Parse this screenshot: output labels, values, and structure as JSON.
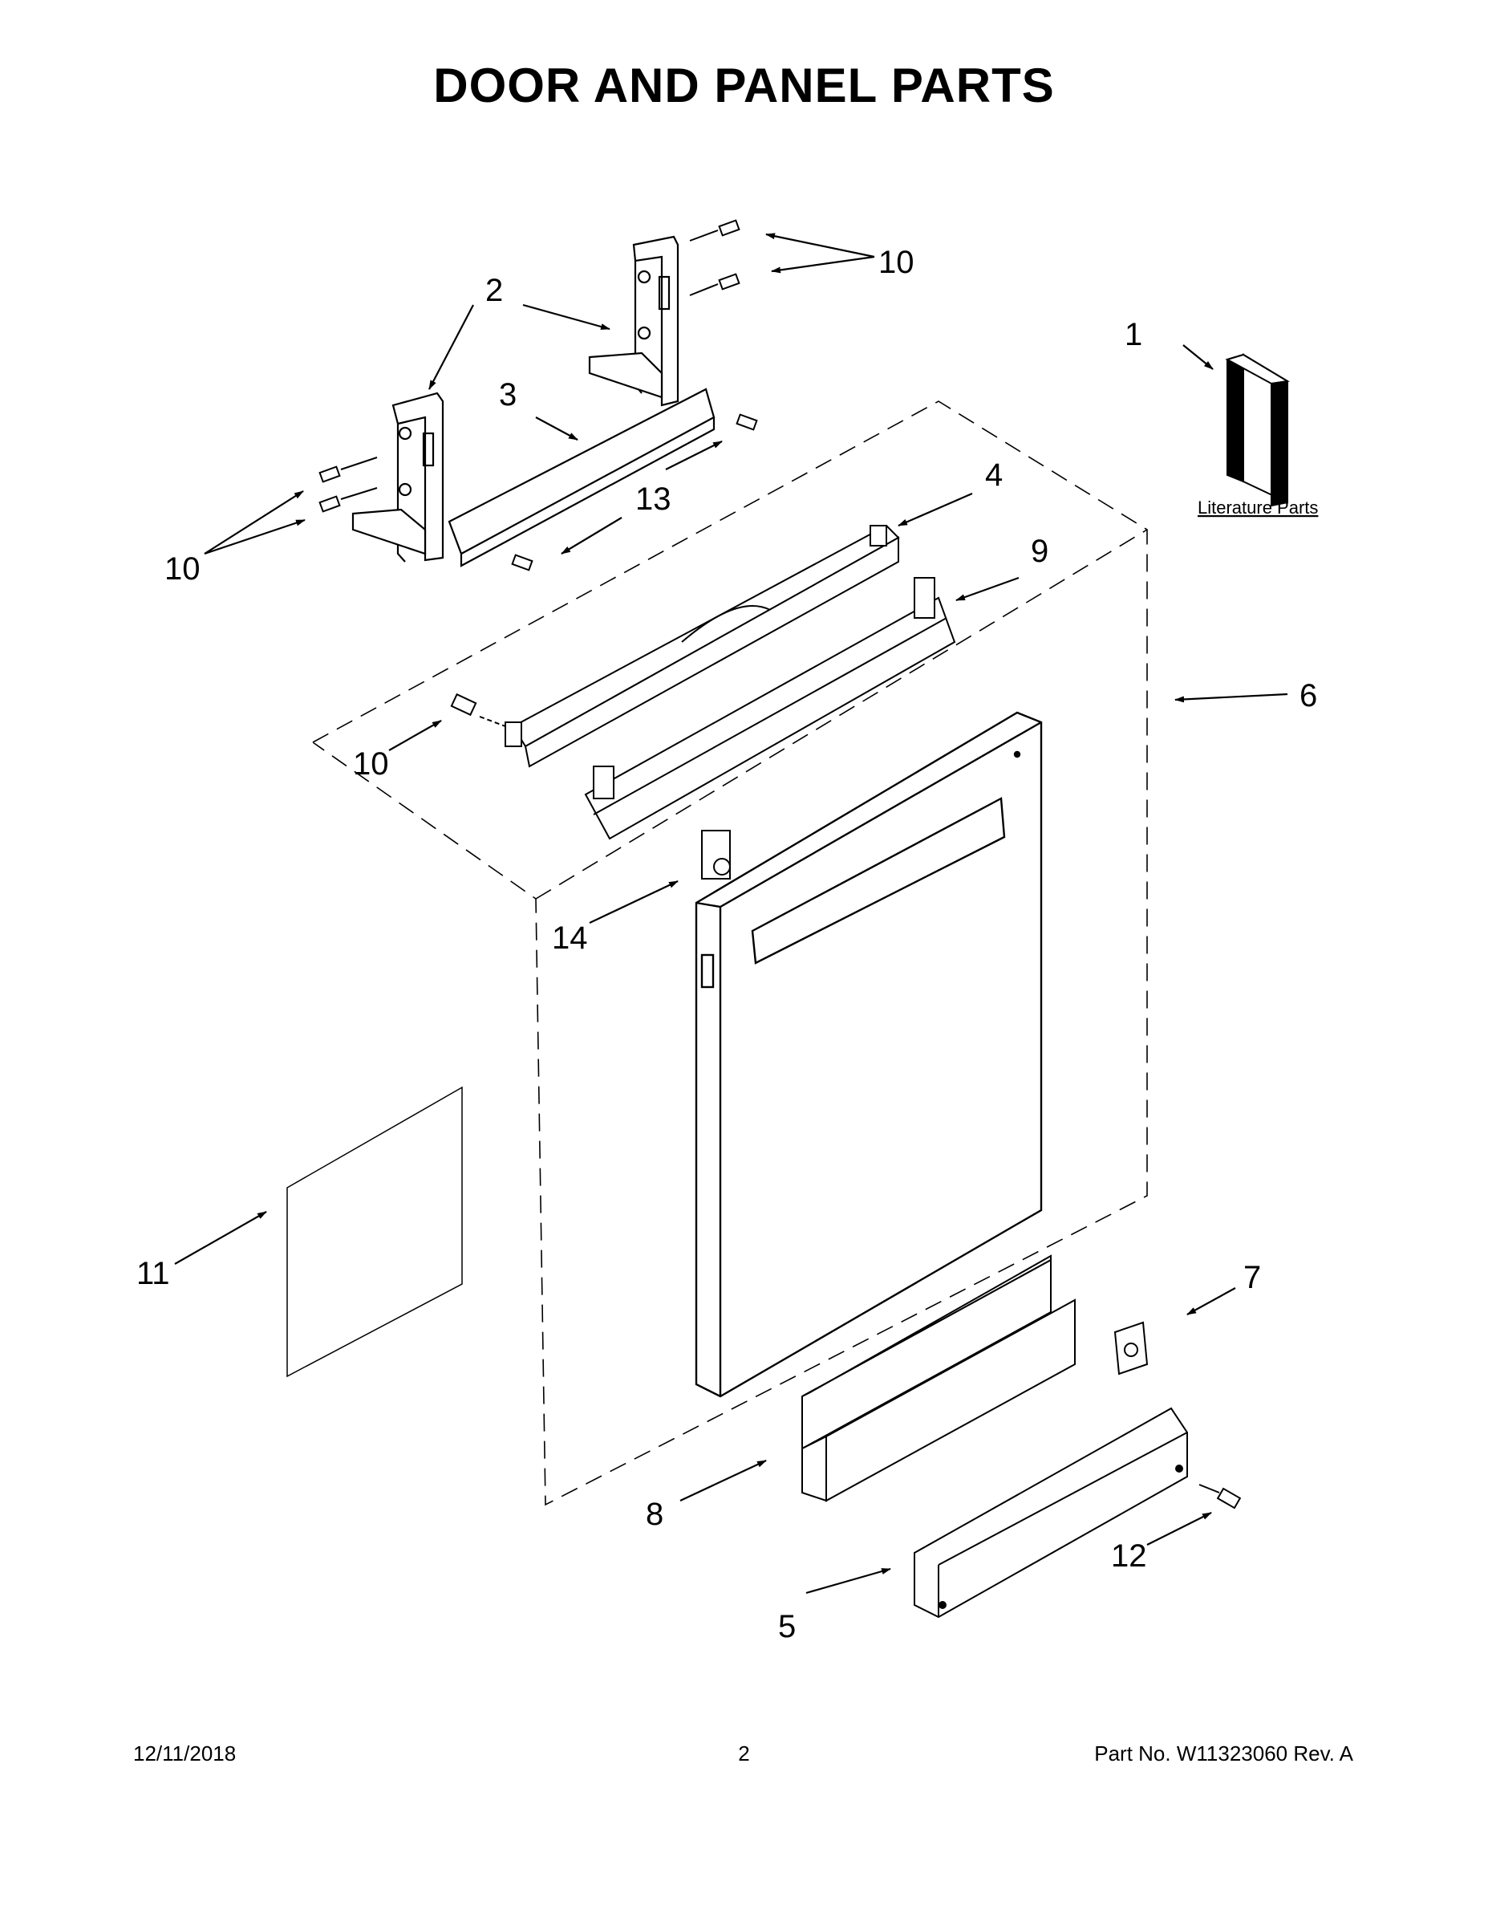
{
  "page": {
    "title": "DOOR AND PANEL PARTS"
  },
  "callouts": {
    "c1": "1",
    "c2": "2",
    "c3": "3",
    "c4": "4",
    "c5": "5",
    "c6": "6",
    "c7": "7",
    "c8": "8",
    "c9": "9",
    "c10a": "10",
    "c10b": "10",
    "c10c": "10",
    "c11": "11",
    "c12": "12",
    "c13": "13",
    "c14": "14"
  },
  "literature_label": "Literature Parts",
  "footer": {
    "date": "12/11/2018",
    "page_number": "2",
    "part_number": "Part No.  W11323060  Rev.  A"
  }
}
